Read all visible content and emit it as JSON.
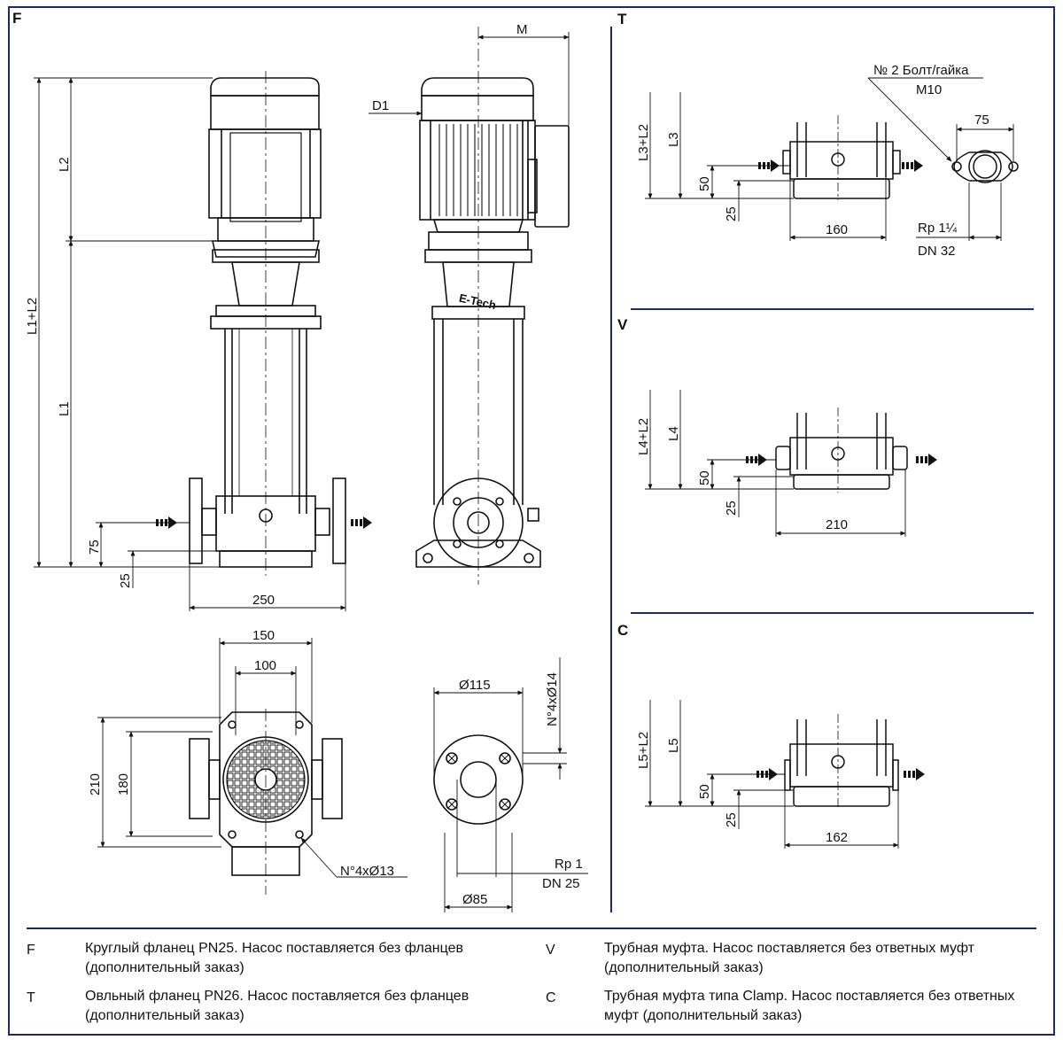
{
  "sections": {
    "f": "F",
    "t": "T",
    "v": "V",
    "c": "C"
  },
  "f_dims": {
    "m": "M",
    "d1": "D1",
    "l2": "L2",
    "l1_l2": "L1+L2",
    "l1": "L1",
    "d75": "75",
    "d25": "25",
    "d250": "250",
    "d150": "150",
    "d100": "100",
    "d210": "210",
    "d180": "180",
    "holes_13": "N°4xØ13",
    "d115": "Ø115",
    "holes_14": "N°4xØ14",
    "rp1": "Rp 1",
    "dn25": "DN 25",
    "d85": "Ø85",
    "brand": "E-Tech"
  },
  "t_dims": {
    "bolt": "№ 2 Болт/гайка",
    "m10": "M10",
    "d75": "75",
    "l3_l2": "L3+L2",
    "l3": "L3",
    "d50": "50",
    "d25": "25",
    "d160": "160",
    "rp": "Rp 1¼",
    "dn32": "DN 32"
  },
  "v_dims": {
    "l4_l2": "L4+L2",
    "l4": "L4",
    "d50": "50",
    "d25": "25",
    "d210": "210"
  },
  "c_dims": {
    "l5_l2": "L5+L2",
    "l5": "L5",
    "d50": "50",
    "d25": "25",
    "d162": "162"
  },
  "legend": [
    {
      "code": "F",
      "text": "Круглый фланец PN25. Насос поставляется без фланцев (дополнительный заказ)"
    },
    {
      "code": "T",
      "text": "Овльный фланец PN26. Насос поставляется без фланцев (дополнительный заказ)"
    },
    {
      "code": "V",
      "text": "Трубная муфта. Насос поставляется без ответных муфт (дополнительный заказ)"
    },
    {
      "code": "C",
      "text": "Трубная муфта типа Clamp. Насос поставляется без ответных муфт (дополнительный заказ)"
    }
  ],
  "colors": {
    "frame": "#1a2a7a",
    "line": "#111111"
  }
}
